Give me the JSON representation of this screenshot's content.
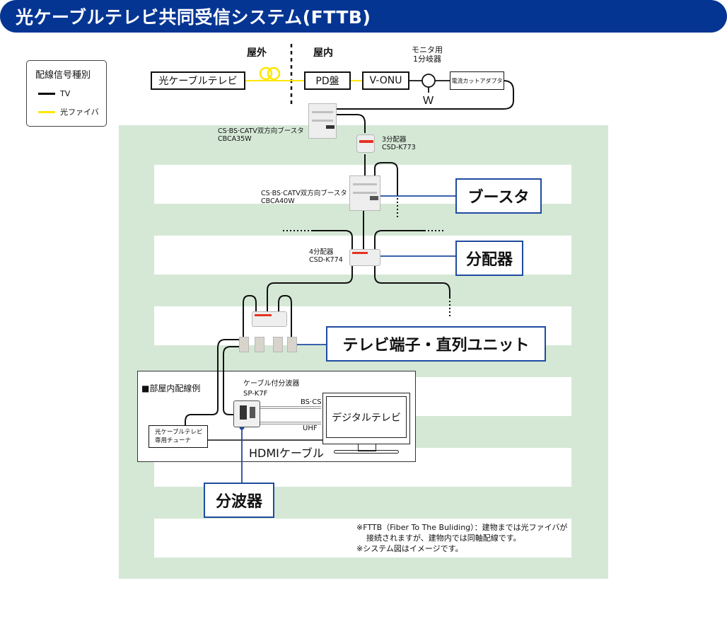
{
  "title": "光ケーブルテレビ共同受信システム(FTTB)",
  "legend": {
    "title": "配線信号種別",
    "items": [
      {
        "label": "TV",
        "color": "#000000"
      },
      {
        "label": "光ファイバ",
        "color": "#ffe600"
      }
    ]
  },
  "zones": {
    "outdoor": "屋外",
    "indoor": "屋内"
  },
  "top_chain": {
    "optical_catv": "光ケーブルテレビ",
    "pd_panel": "PD盤",
    "v_onu": "V-ONU",
    "monitor_splitter_line1": "モニタ用",
    "monitor_splitter_line2": "1分岐器",
    "current_cut_adapter": "電流カットアダプタ"
  },
  "devices": {
    "booster1_line1": "CS·BS·CATV双方向ブースタ",
    "booster1_line2": "CBCA35W",
    "splitter3_line1": "3分配器",
    "splitter3_line2": "CSD-K773",
    "booster2_line1": "CS·BS·CATV双方向ブースタ",
    "booster2_line2": "CBCA40W",
    "splitter4_line1": "4分配器",
    "splitter4_line2": "CSD-K774"
  },
  "callouts": {
    "booster": "ブースタ",
    "splitter": "分配器",
    "tv_outlet": "テレビ端子・直列ユニット",
    "separator": "分波器"
  },
  "room": {
    "title": "■部屋内配線例",
    "separator_line1": "ケーブル付分波器",
    "separator_line2": "SP-K7F",
    "bs_cs": "BS·CS",
    "uhf": "UHF",
    "tuner_line1": "光ケーブルテレビ",
    "tuner_line2": "専用チューナ",
    "tv": "デジタルテレビ",
    "hdmi": "HDMIケーブル"
  },
  "notes": {
    "line1": "※FTTB（Fiber To The Buliding）：建物までは光ファイバが",
    "line2": "接続されますが、建物内では同軸配線です。",
    "line3": "※システム図はイメージです。"
  },
  "colors": {
    "title_bg": "#053593",
    "green_area": "#d5e8d6",
    "callout_border": "#1f4ba0",
    "fiber": "#ffe600"
  }
}
